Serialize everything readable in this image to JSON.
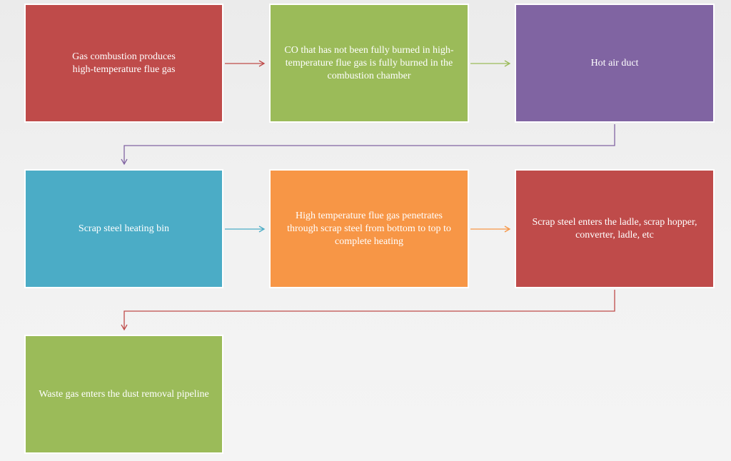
{
  "diagram": {
    "nodes": [
      {
        "id": "n1",
        "label": "Gas combustion produces high-temperature flue gas",
        "color": "#bf4b4a"
      },
      {
        "id": "n2",
        "label": "CO that has not been fully burned in high-temperature flue gas is fully burned in the combustion chamber",
        "color": "#9bbb59"
      },
      {
        "id": "n3",
        "label": "Hot air duct",
        "color": "#8064a2"
      },
      {
        "id": "n4",
        "label": "Scrap steel heating bin",
        "color": "#4bacc6"
      },
      {
        "id": "n5",
        "label": "High temperature flue gas penetrates through scrap steel from bottom to top to complete heating",
        "color": "#f79646"
      },
      {
        "id": "n6",
        "label": "Scrap steel enters the ladle, scrap hopper, converter, ladle, etc",
        "color": "#bf4b4a"
      },
      {
        "id": "n7",
        "label": "Waste gas enters the dust removal pipeline",
        "color": "#9bbb59"
      }
    ],
    "edges": [
      {
        "from": "n1",
        "to": "n2",
        "color": "#bf4b4a"
      },
      {
        "from": "n2",
        "to": "n3",
        "color": "#9bbb59"
      },
      {
        "from": "n3",
        "to": "n4",
        "color": "#8064a2"
      },
      {
        "from": "n4",
        "to": "n5",
        "color": "#4bacc6"
      },
      {
        "from": "n5",
        "to": "n6",
        "color": "#f79646"
      },
      {
        "from": "n6",
        "to": "n7",
        "color": "#bf4b4a"
      }
    ]
  }
}
